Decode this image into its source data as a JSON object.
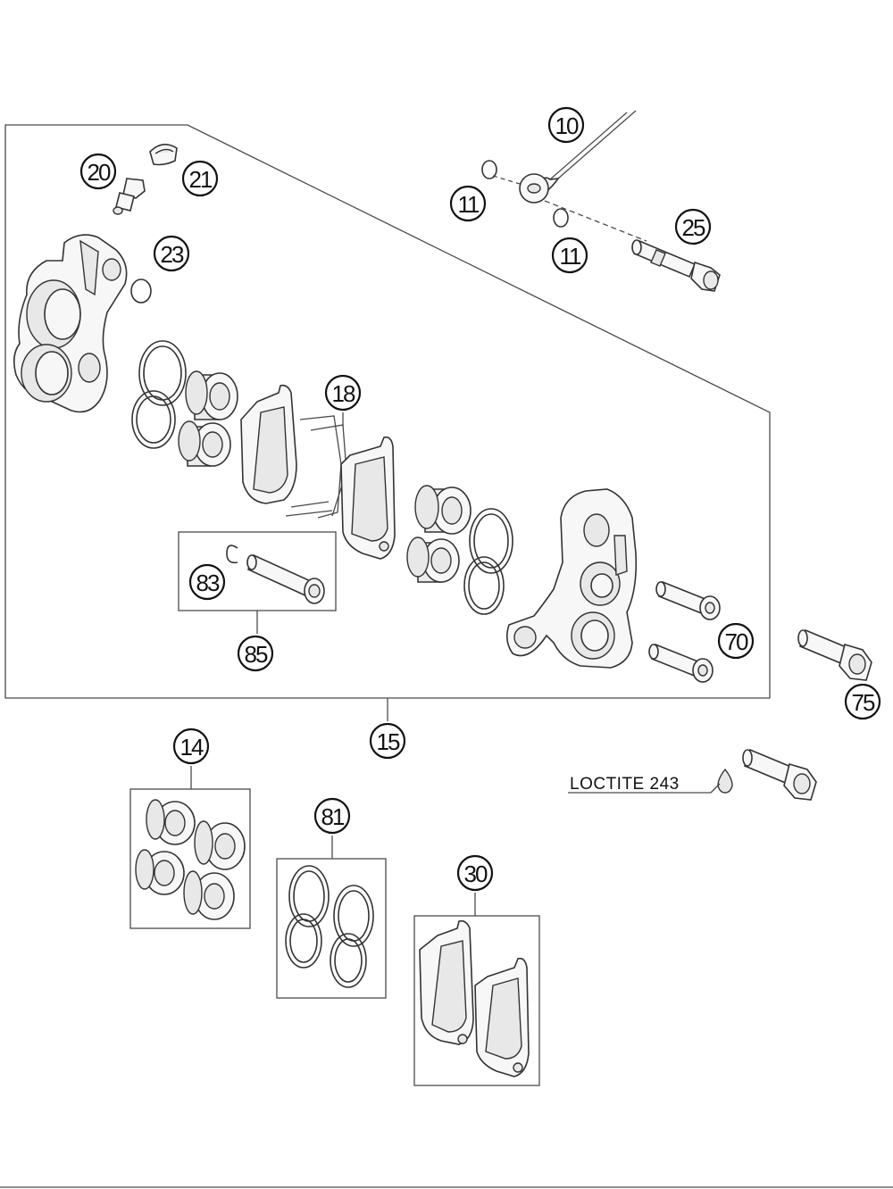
{
  "callouts": {
    "c10": "10",
    "c11a": "11",
    "c11b": "11",
    "c25": "25",
    "c20": "20",
    "c21": "21",
    "c23": "23",
    "c18": "18",
    "c83": "83",
    "c85": "85",
    "c70": "70",
    "c75": "75",
    "c15": "15",
    "c14": "14",
    "c81": "81",
    "c30": "30"
  },
  "labels": {
    "loctite": "LOCTITE 243"
  }
}
